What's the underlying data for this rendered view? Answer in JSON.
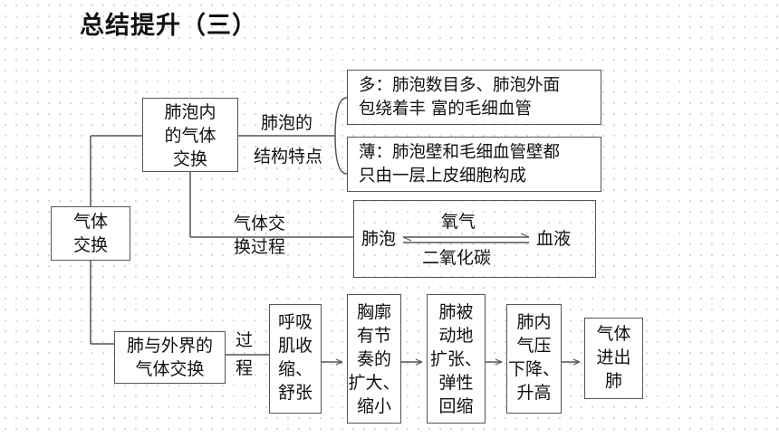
{
  "title": "总结提升（三）",
  "root": {
    "label_lines": [
      "气体",
      "交换"
    ]
  },
  "alveolar": {
    "box_lines": [
      "肺泡内",
      "的气体",
      "交换"
    ],
    "structure_label": [
      "肺泡的",
      "结构特点"
    ],
    "features": [
      {
        "lines": [
          "多：肺泡数目多、肺泡外面",
          "包绕着丰 富的毛细血管"
        ]
      },
      {
        "lines": [
          "薄：肺泡壁和毛细血管壁都",
          "只由一层上皮细胞构成"
        ]
      }
    ],
    "process_label": [
      "气体交",
      "换过程"
    ],
    "exchange": {
      "left": "肺泡",
      "right": "血液",
      "top_gas": "氧气",
      "bottom_gas": "二氧化碳"
    }
  },
  "external": {
    "box_lines": [
      "肺与外界的",
      "气体交换"
    ],
    "process_label": [
      "过",
      "程"
    ],
    "steps": [
      {
        "lines": [
          "呼吸",
          "肌收",
          "缩、",
          "舒张"
        ]
      },
      {
        "lines": [
          "胸廓",
          "有节",
          "奏的",
          "扩大、",
          "缩小"
        ]
      },
      {
        "lines": [
          "肺被",
          "动地",
          "扩张、",
          "弹性",
          "回缩"
        ]
      },
      {
        "lines": [
          "肺内",
          "气压",
          "下降、",
          "升高"
        ]
      },
      {
        "lines": [
          "气体",
          "进出",
          "肺"
        ]
      }
    ]
  }
}
